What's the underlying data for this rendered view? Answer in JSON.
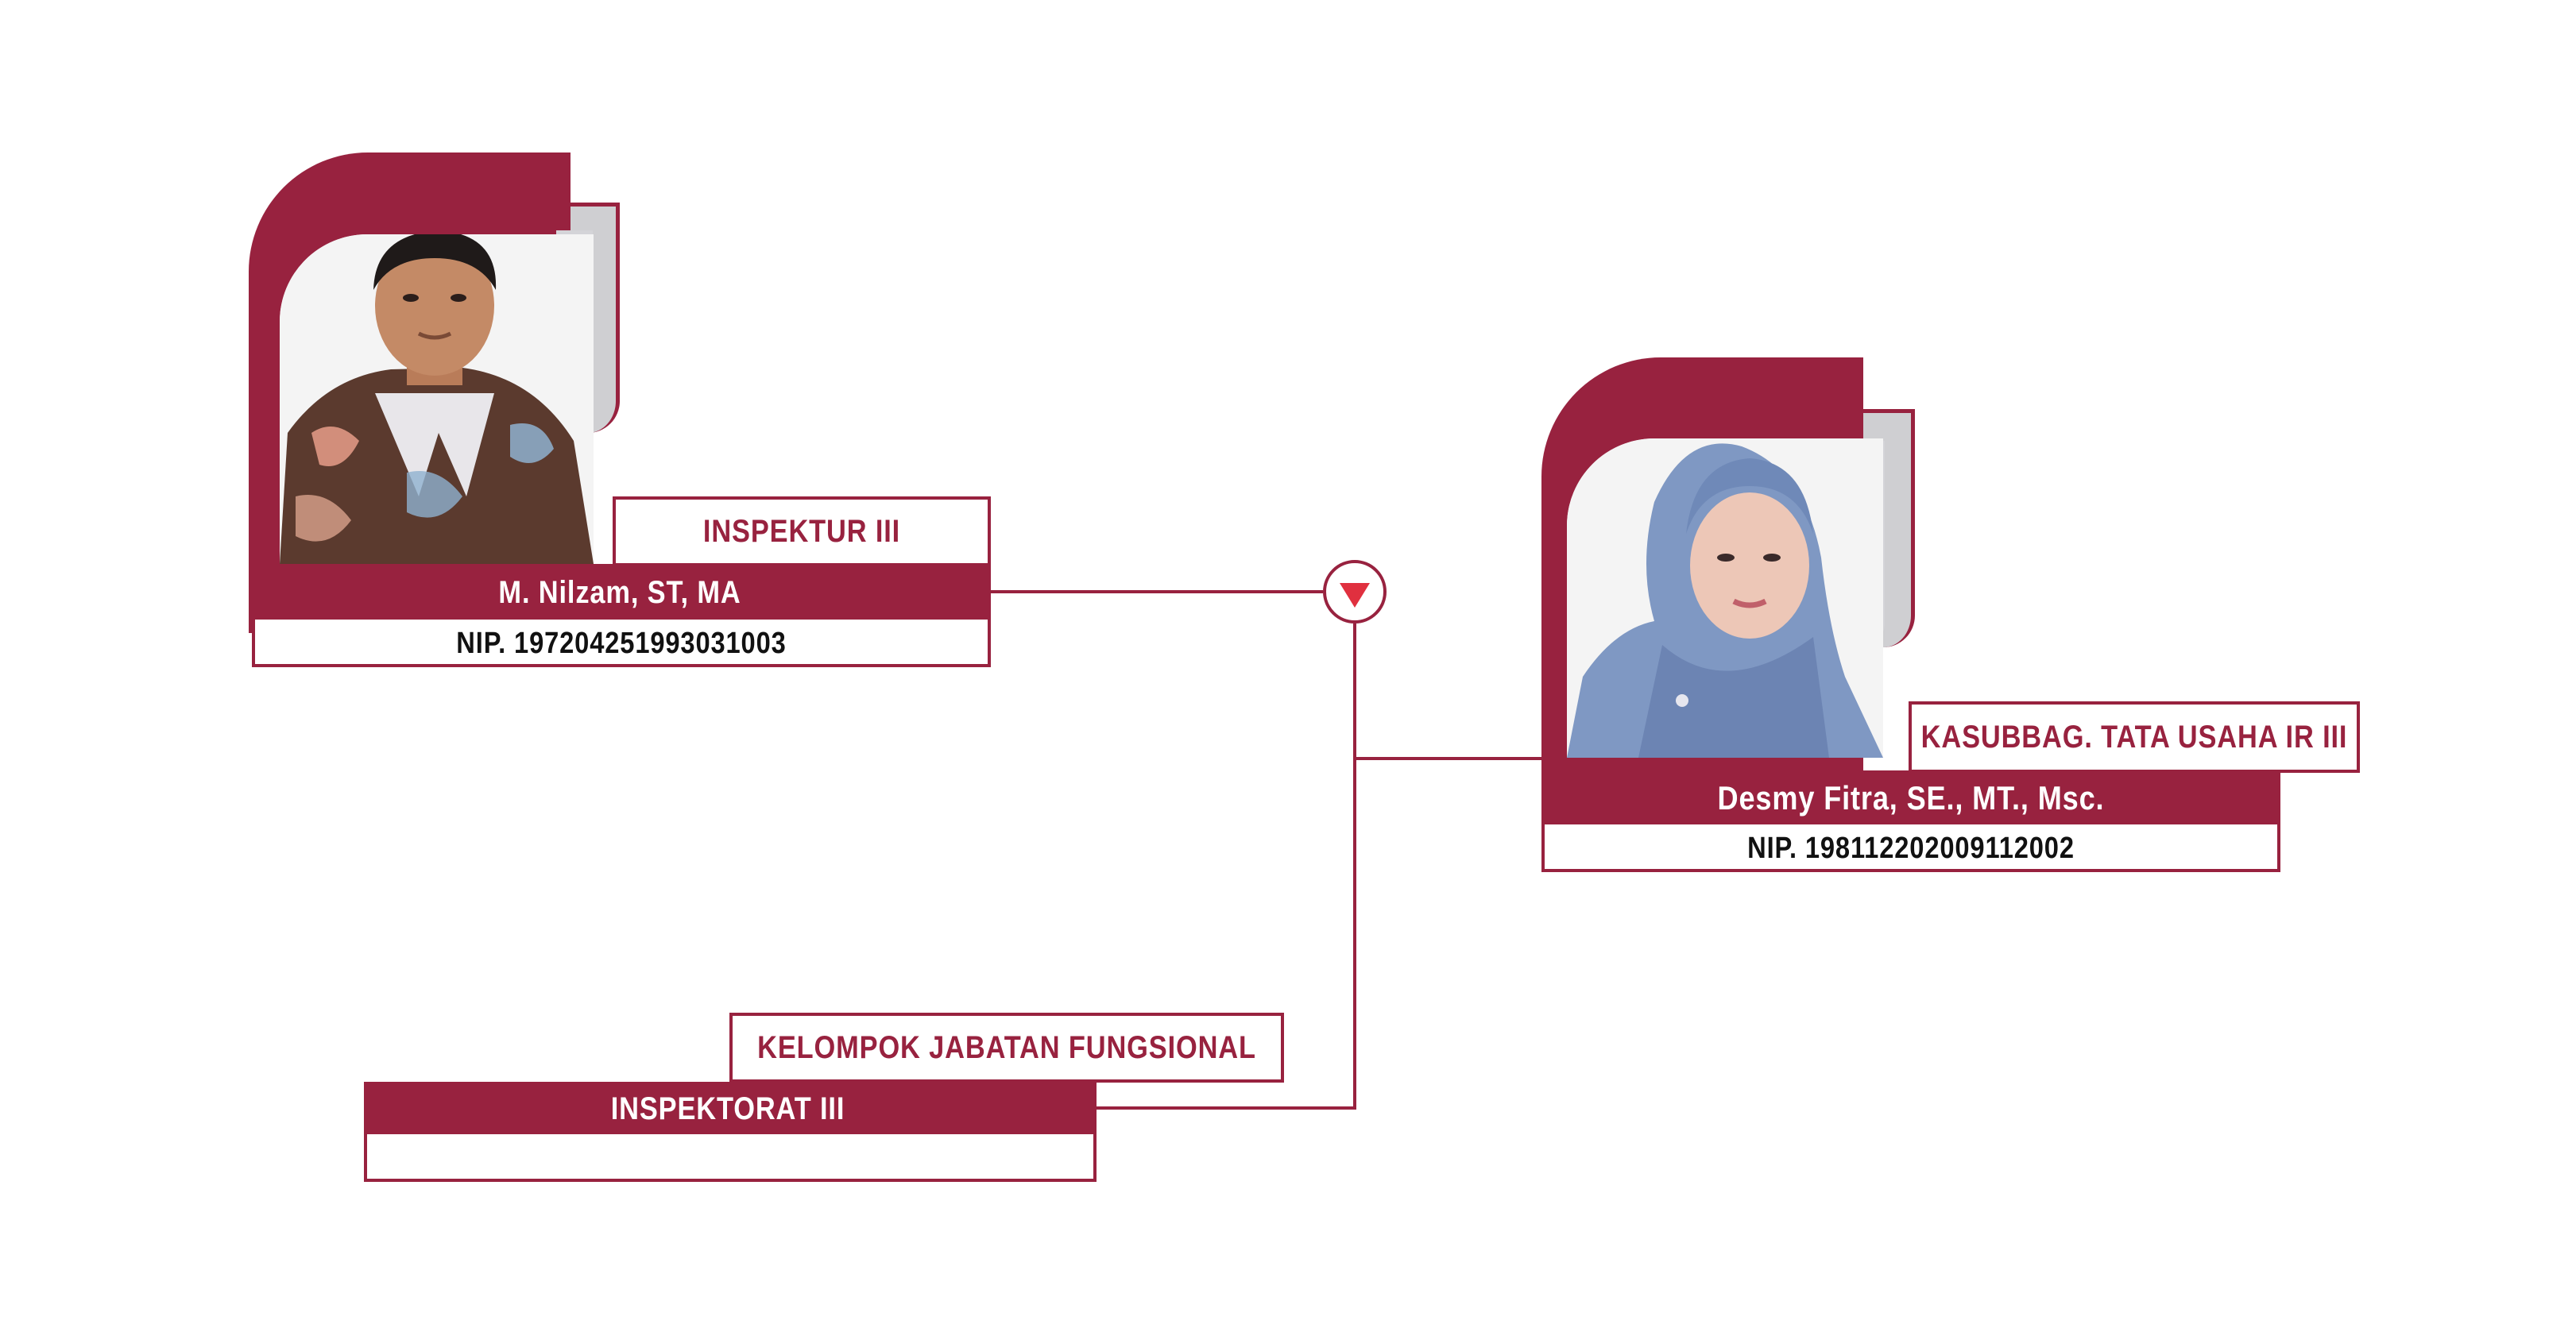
{
  "nodes": {
    "inspektur": {
      "title": "INSPEKTUR III",
      "name": "M. Nilzam, ST, MA",
      "nip": "NIP. 197204251993031003"
    },
    "kasubbag": {
      "title": "KASUBBAG. TATA USAHA IR III",
      "name": "Desmy Fitra, SE., MT., Msc.",
      "nip": "NIP. 198112202009112002"
    },
    "fungsional": {
      "title": "KELOMPOK JABATAN FUNGSIONAL",
      "unit": "INSPEKTORAT III"
    }
  },
  "colors": {
    "accent": "#98223f",
    "background": "#ffffff"
  },
  "icons": {
    "junction": "triangle-down-icon"
  }
}
